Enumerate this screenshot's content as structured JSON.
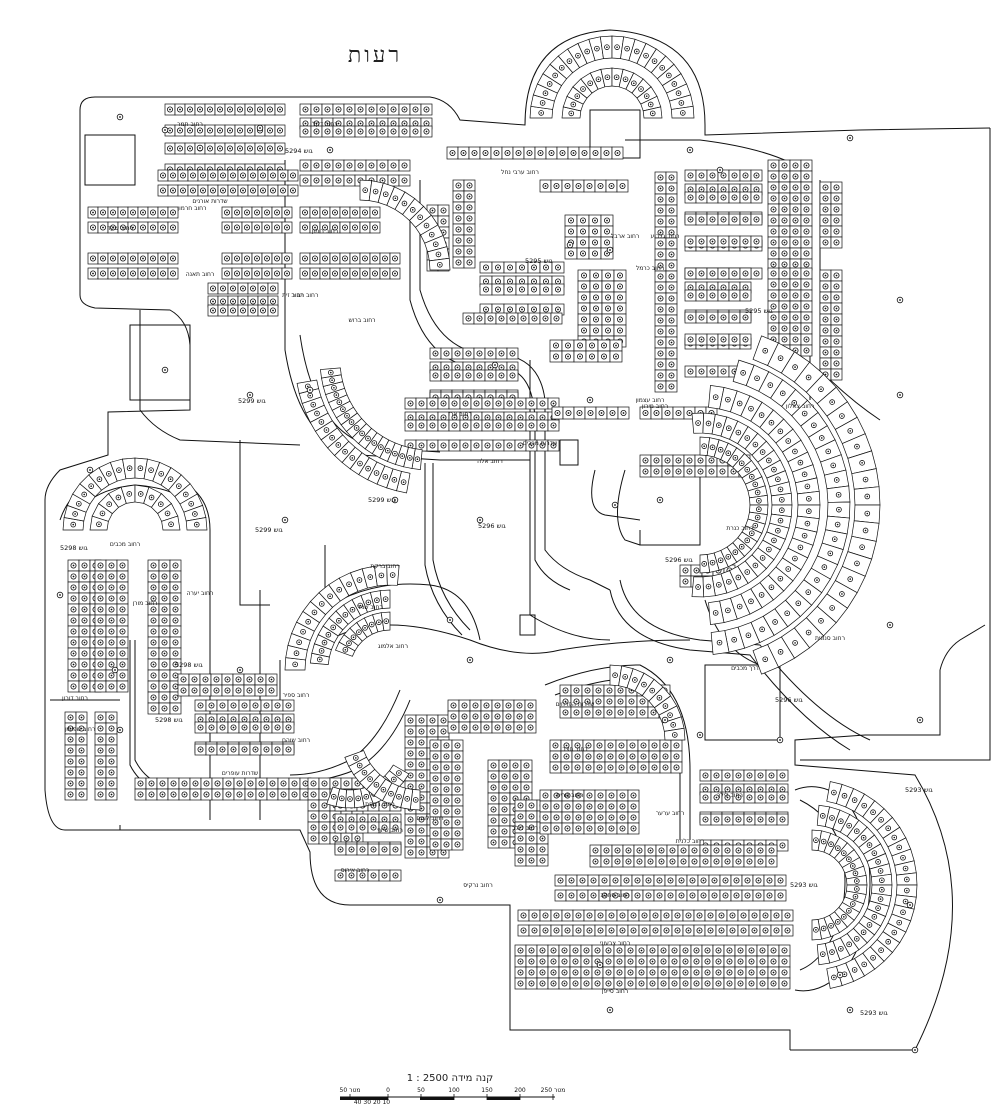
{
  "map": {
    "title": "רעות",
    "scale_text": "קנה מידה 2500 : 1",
    "scale_ticks": [
      "50 מטר",
      "0",
      "50",
      "100",
      "150",
      "200",
      "250 מטר"
    ],
    "scale_small_ticks": "40 30 20 10",
    "blocks": [
      "גוש 5294",
      "גוש 5299",
      "גוש 5299",
      "גוש 5299",
      "גוש 5296",
      "גוש 5296",
      "גוש 5296",
      "גוש 5298",
      "גוש 5298",
      "גוש 5298",
      "גוש 5293",
      "גוש 5293",
      "גוש 5293",
      "גוש 5295",
      "גוש 5295"
    ],
    "streets": [
      "רחוב תמר",
      "רחוב דקל",
      "שדרות אורנים",
      "רחוב ערבי נחל",
      "רחוב שקד",
      "רחוב תאנה",
      "רחוב רימון",
      "רחוב זית",
      "רחוב ארז",
      "רחוב אלה",
      "רחוב ברוש",
      "רחוב צאלון",
      "רחוב ברקת",
      "רחוב שניר",
      "רחוב אלמוג",
      "רחוב ספיר",
      "רחוב שוהם",
      "שדרות עופרים",
      "רחוב דורון",
      "רחוב רקפת",
      "שדרות הפרחים",
      "רחוב חצב",
      "רחוב נורית",
      "רחוב לילך",
      "רחוב כלנית",
      "רחוב סחלב",
      "רחוב צבעוני",
      "רחוב סייפן",
      "רחוב אירוס",
      "רחוב נרקיס",
      "רחוב ארבל",
      "רחוב גלבוע",
      "רחוב תבור",
      "רחוב מירון",
      "רחוב חרמון",
      "רחוב כרמל",
      "רחוב שפיפון",
      "רחוב מכבים",
      "רחוב יערה",
      "רחוב מורן",
      "רחוב שיזף",
      "רחוב לוטם",
      "רחוב דולב",
      "רחוב ערער",
      "שדרות מכבים",
      "רחוב עצמון",
      "רחוב כנרת",
      "רחוב סנונית",
      "דרך מכבים"
    ]
  }
}
